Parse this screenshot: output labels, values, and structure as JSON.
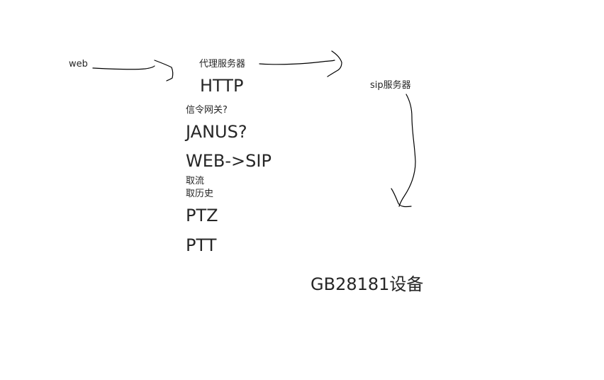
{
  "labels": {
    "web": "web",
    "proxy_server": "代理服务器",
    "http": "HTTP",
    "signaling_gateway": "信令网关?",
    "janus": "JANUS?",
    "web_to_sip": "WEB->SIP",
    "get_stream": "取流",
    "get_history": "取历史",
    "ptz": "PTZ",
    "ptt": "PTT",
    "sip_server": "sip服务器",
    "gb28181_device": "GB28181设备"
  },
  "colors": {
    "background": "#ffffff",
    "text": "#262626",
    "stroke": "#000000"
  }
}
